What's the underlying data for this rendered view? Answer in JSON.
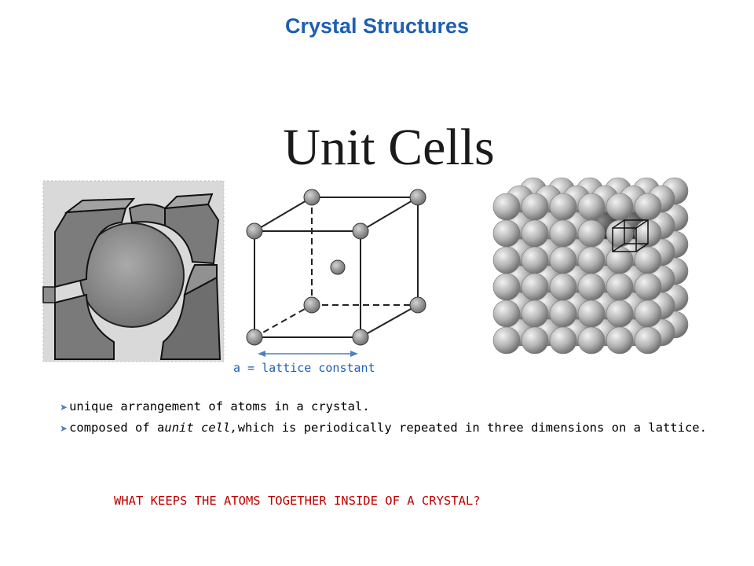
{
  "slide": {
    "title": "Crystal Structures",
    "heading": "Unit Cells",
    "lattice_label": "a = lattice constant",
    "bullets": [
      {
        "icon": "arrow-bullet-icon",
        "parts": [
          "unique arrangement of atoms in a crystal."
        ]
      },
      {
        "icon": "arrow-bullet-icon",
        "parts": [
          "composed of a ",
          "unit cell,",
          " which is periodically repeated in three dimensions on a lattice."
        ]
      }
    ],
    "question": "WHAT KEEPS THE ATOMS TOGETHER INSIDE OF A CRYSTAL?"
  },
  "colors": {
    "title": "#1f5fb5",
    "question": "#c00000",
    "lattice_label": "#1f5fb5",
    "arrow": "#4f81bd"
  }
}
